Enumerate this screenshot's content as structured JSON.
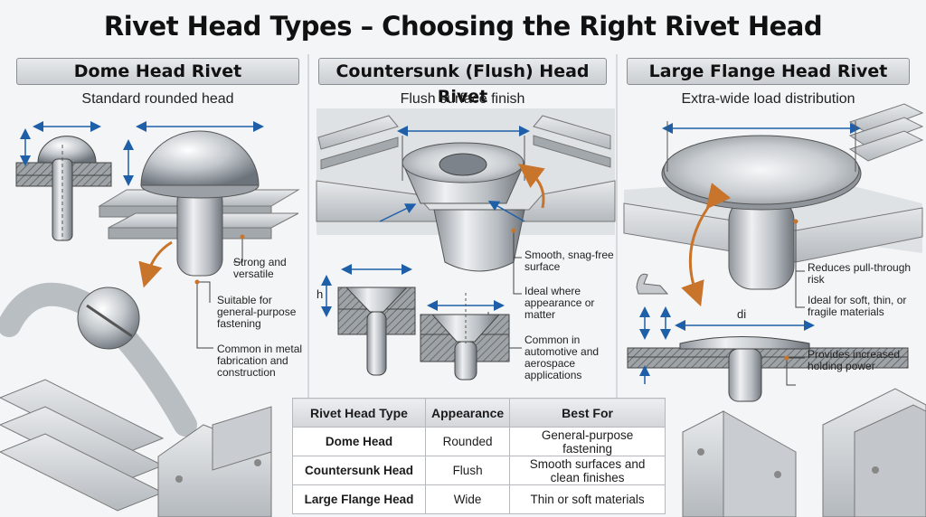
{
  "title": "Rivet Head Types – Choosing the Right Rivet Head",
  "panels": [
    {
      "name": "Dome Head Rivet",
      "subtitle": "Standard rounded head",
      "callouts": [
        "Strong and versatile",
        "Suitable for general-purpose fastening",
        "Common in metal fabrication and construction"
      ]
    },
    {
      "name": "Countersunk (Flush) Head Rivet",
      "subtitle": "Flush surface finish",
      "callouts": [
        "Smooth, snag-free surface",
        "Ideal where appearance or matter",
        "Common in automotive and aerospace applications"
      ],
      "dim_h": "h"
    },
    {
      "name": "Large Flange Head Rivet",
      "subtitle": "Extra-wide load distribution",
      "callouts": [
        "Reduces pull-through risk",
        "Ideal for soft, thin, or fragile materials",
        "Provides increased holding power"
      ],
      "dim_d": "di"
    }
  ],
  "table": {
    "headers": [
      "Rivet Head Type",
      "Appearance",
      "Best For"
    ],
    "rows": [
      {
        "type": "Dome Head",
        "appearance": "Rounded",
        "best_for": "General-purpose fastening"
      },
      {
        "type": "Countersunk Head",
        "appearance": "Flush",
        "best_for": "Smooth surfaces and clean finishes"
      },
      {
        "type": "Large Flange Head",
        "appearance": "Wide",
        "best_for": "Thin or soft materials"
      }
    ]
  },
  "colors": {
    "metal_light": "#e4e7ea",
    "metal_dark": "#8d939a",
    "arrow_blue": "#1f5fa8",
    "arrow_orange": "#c8742a"
  }
}
